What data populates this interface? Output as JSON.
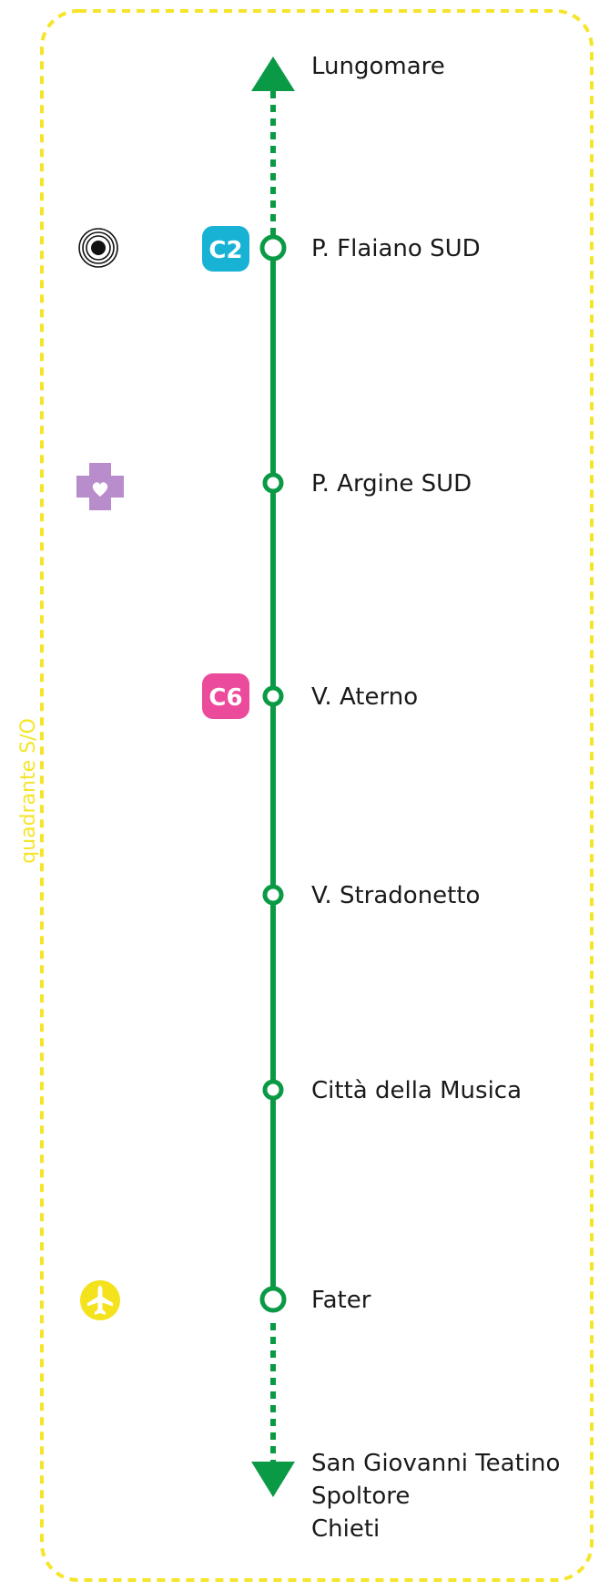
{
  "zone": {
    "label": "quadrante S/O",
    "border_color": "#f5e52a"
  },
  "line": {
    "color": "#0a9a45"
  },
  "terminus_top": {
    "label": "Lungomare"
  },
  "stops": [
    {
      "label": "P. Flaiano SUD",
      "interchange": true,
      "badge": "C2",
      "poi_icon": "target-icon"
    },
    {
      "label": "P. Argine SUD",
      "interchange": false,
      "badge": "",
      "poi_icon": "hospital-cross-icon"
    },
    {
      "label": "V. Aterno",
      "interchange": false,
      "badge": "C6",
      "poi_icon": ""
    },
    {
      "label": "V. Stradonetto",
      "interchange": false,
      "badge": "",
      "poi_icon": ""
    },
    {
      "label": "Città della Musica",
      "interchange": false,
      "badge": "",
      "poi_icon": ""
    },
    {
      "label": "Fater",
      "interchange": true,
      "badge": "",
      "poi_icon": "airplane-icon"
    }
  ],
  "terminus_bottom": {
    "labels": [
      "San Giovanni Teatino",
      "Spoltore",
      "Chieti"
    ]
  },
  "badges": {
    "C2": {
      "color": "#17b2d4"
    },
    "C6": {
      "color": "#ec4a9b"
    }
  },
  "poi_colors": {
    "hospital": "#b98ccc",
    "airport": "#f3e21c"
  }
}
